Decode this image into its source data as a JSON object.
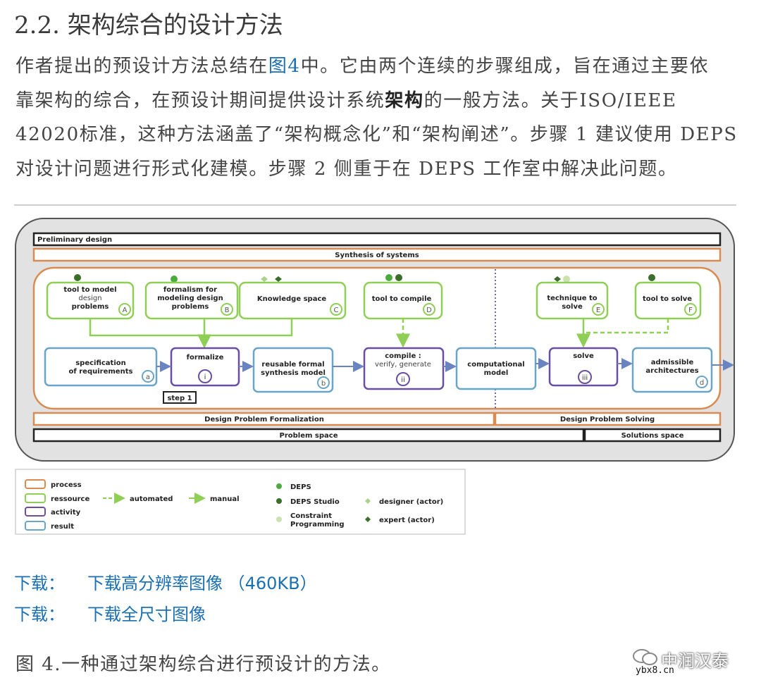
{
  "section": {
    "number": "2.2.",
    "title": "架构综合的设计方法"
  },
  "paragraph": {
    "l1_a": "作者提出的预设计方法总结在",
    "l1_link": "图4",
    "l1_b": "中。它由两个连续的步骤组成，旨在通过主要依",
    "l2_a": "靠架构的综合，在预设计期间提供设计系统",
    "l2_bold": "架构",
    "l2_b": "的一般方法。关于ISO/IEEE",
    "l3": "42020标准，这种方法涵盖了“架构概念化”和“架构阐述”。步骤 1 建议使用 DEPS",
    "l4": "对设计问题进行形式化建模。步骤 2 侧重于在 DEPS 工作室中解决此问题。"
  },
  "figure": {
    "bars": {
      "preliminary": "Preliminary design",
      "synthesis": "Synthesis of systems",
      "dpf": "Design Problem Formalization",
      "dps": "Design Problem Solving",
      "problem_space": "Problem space",
      "solutions_space": "Solutions space"
    },
    "resources": {
      "A": {
        "l1": "tool to model",
        "l2": "design",
        "l3": "problems",
        "tag": "A"
      },
      "B": {
        "l1": "formalism for",
        "l2": "modeling design",
        "l3": "problems",
        "tag": "B"
      },
      "C": {
        "l1": "Knowledge space",
        "tag": "C"
      },
      "D": {
        "l1": "tool to compile",
        "tag": "D"
      },
      "E": {
        "l1": "technique to",
        "l2": "solve",
        "tag": "E"
      },
      "F": {
        "l1": "tool to solve",
        "tag": "F"
      }
    },
    "results": {
      "a": {
        "l1": "specification",
        "l2": "of requirements",
        "tag": "a"
      },
      "b": {
        "l1": "reusable formal",
        "l2": "synthesis model",
        "tag": "b"
      },
      "c": {
        "l1": "computational",
        "l2": "model"
      },
      "d": {
        "l1": "admissible",
        "l2": "architectures",
        "tag": "d"
      }
    },
    "activities": {
      "i": {
        "l1": "formalize",
        "tag": "i"
      },
      "ii": {
        "l1": "compile :",
        "l2": "verify, generate",
        "tag": "ii"
      },
      "iii": {
        "l1": "solve",
        "tag": "iii"
      }
    },
    "step1": "step 1",
    "legend": {
      "process": "process",
      "ressource": "ressource",
      "activity": "activity",
      "result": "result",
      "automated": "automated",
      "manual": "manual",
      "deps": "DEPS",
      "deps_studio": "DEPS Studio",
      "cp1": "Constraint",
      "cp2": "Programming",
      "designer": "designer (actor)",
      "expert": "expert  (actor)"
    },
    "colors": {
      "process": "#d98b52",
      "ressource": "#8fcf56",
      "activity": "#6a4fa0",
      "result": "#6aa5c8",
      "deps": "#4caa3f",
      "deps_studio": "#3b6e2a",
      "constraint": "#c9e3b0"
    }
  },
  "downloads": [
    {
      "label": "下载：",
      "link": "下载高分辨率图像 （460KB）"
    },
    {
      "label": "下载：",
      "link": "下载全尺寸图像"
    }
  ],
  "caption": {
    "num": "图 4.",
    "text": "一种通过架构综合进行预设计的方法。"
  },
  "watermark": {
    "brand": "中润汉泰",
    "site": "ybx8.cn"
  }
}
